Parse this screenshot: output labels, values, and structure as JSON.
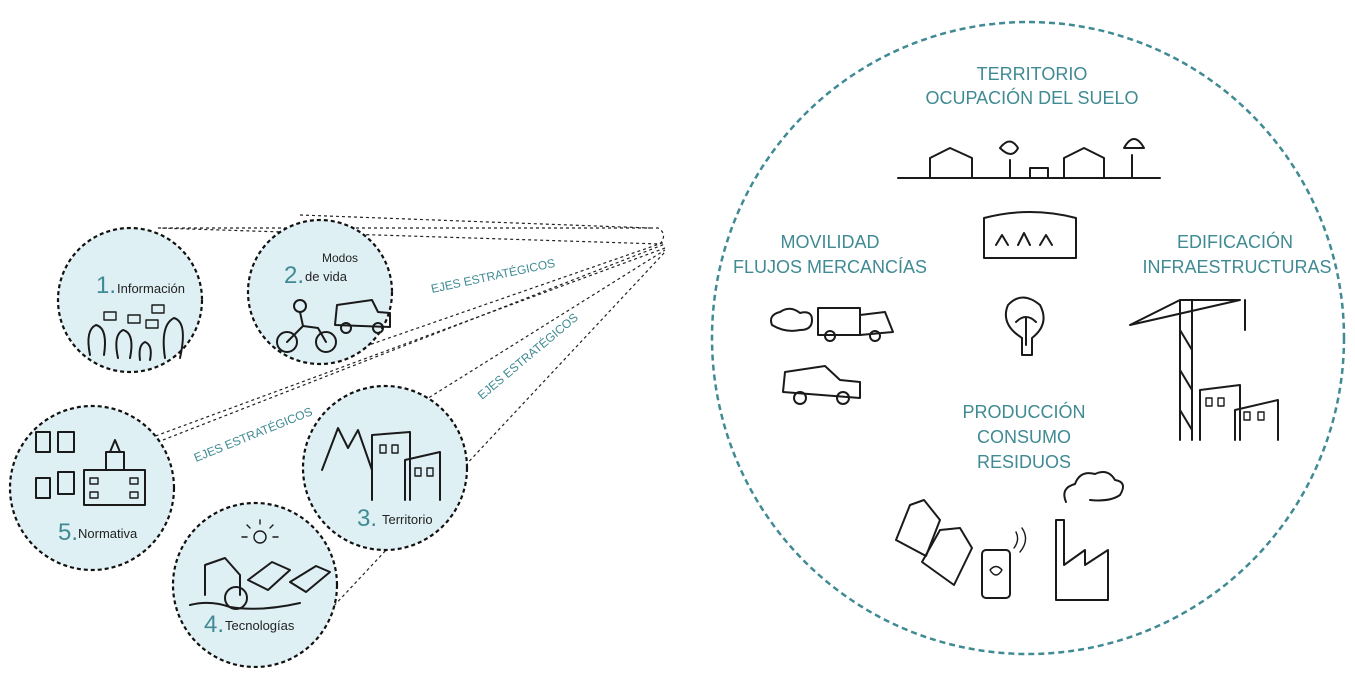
{
  "colors": {
    "accent": "#3f8a93",
    "circle_fill": "#dff0f5",
    "ink": "#1a1a1a"
  },
  "axes": {
    "informacion": {
      "num": "1.",
      "label": "Información"
    },
    "modos": {
      "num": "2.",
      "label1": "Modos",
      "label2": "de vida"
    },
    "territorio": {
      "num": "3.",
      "label": "Territorio"
    },
    "tecnologias": {
      "num": "4.",
      "label": "Tecnologías"
    },
    "normativa": {
      "num": "5.",
      "label": "Normativa"
    }
  },
  "ejes_label": "EJES ESTRATÉGICOS",
  "big_circle": {
    "territorio": {
      "line1": "TERRITORIO",
      "line2": "OCUPACIÓN DEL SUELO"
    },
    "movilidad": {
      "line1": "MOVILIDAD",
      "line2": "FLUJOS MERCANCÍAS"
    },
    "edificacion": {
      "line1": "EDIFICACIÓN",
      "line2": "INFRAESTRUCTURAS"
    },
    "produccion": {
      "line1": "PRODUCCIÓN",
      "line2": "CONSUMO",
      "line3": "RESIDUOS"
    }
  },
  "icons": [
    "people-icon",
    "cyclist-icon",
    "car-icon",
    "mountain-icon",
    "buildings-icon",
    "solar-panel-icon",
    "sun-icon",
    "documents-icon",
    "townhall-icon",
    "houses-icon",
    "greenhouse-icon",
    "lightbulb-icon",
    "truck-icon",
    "crane-icon",
    "bottle-icon",
    "phone-icon",
    "factory-icon"
  ]
}
